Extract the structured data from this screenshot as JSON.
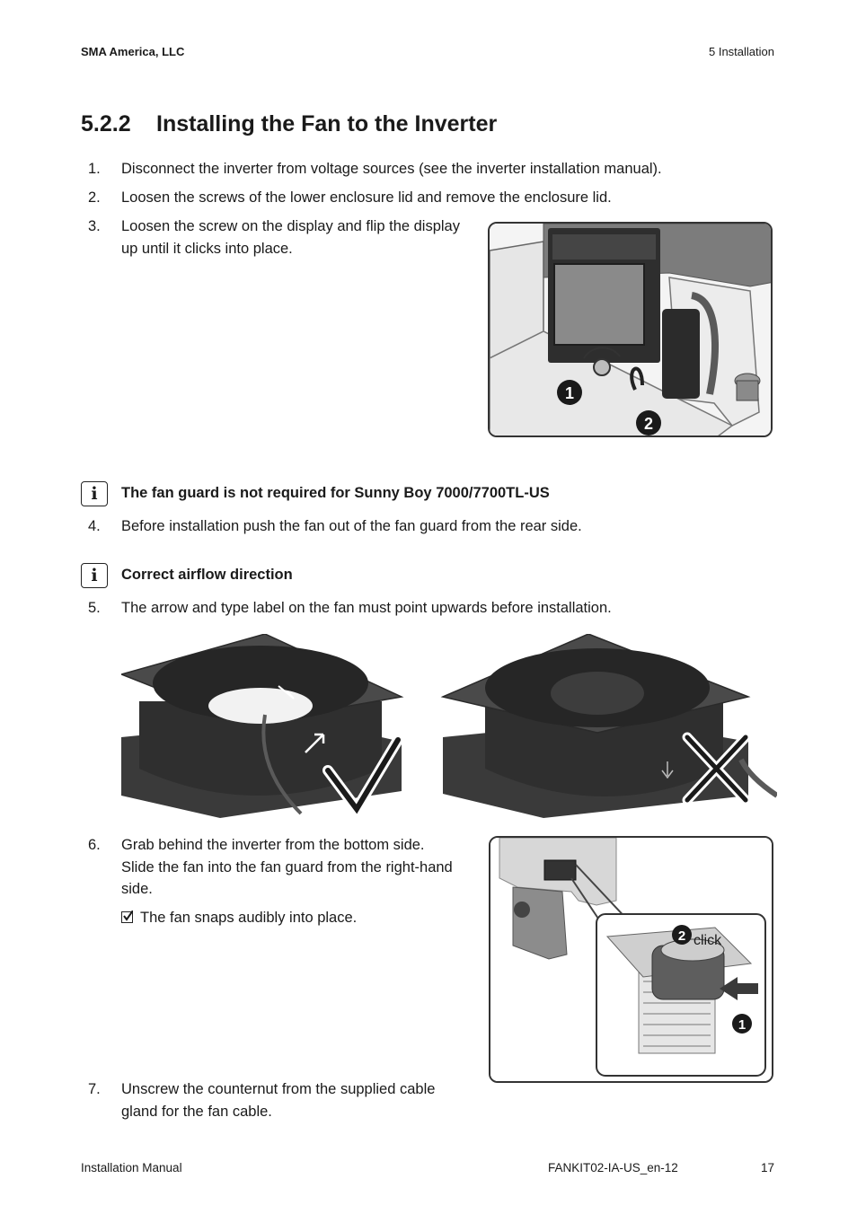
{
  "header": {
    "company": "SMA America, LLC",
    "chapter": "5  Installation"
  },
  "section": {
    "number": "5.2.2",
    "title": "Installing the Fan to the Inverter"
  },
  "steps": [
    {
      "n": "1.",
      "lines": [
        "Disconnect the inverter from voltage sources (see the inverter installation manual)."
      ]
    },
    {
      "n": "2.",
      "lines": [
        "Loosen the screws of the lower enclosure lid and remove the enclosure lid."
      ]
    },
    {
      "n": "3.",
      "lines": [
        "Loosen the screw on the display and flip the display",
        "up until it clicks into place."
      ]
    },
    {
      "n": "4.",
      "lines": [
        "Before installation push the fan out of the fan guard from the rear side."
      ]
    },
    {
      "n": "5.",
      "lines": [
        "The arrow and type label on the fan must point upwards before installation."
      ]
    },
    {
      "n": "6.",
      "lines": [
        "Grab behind the inverter from the bottom side.",
        "Slide the fan into the fan guard from the right-hand",
        "side."
      ]
    },
    {
      "n": "7.",
      "lines": [
        "Unscrew the counternut from the supplied cable",
        "gland for the fan cable."
      ]
    }
  ],
  "notes": [
    {
      "icon": "info-icon",
      "text": "The fan guard is not required for Sunny Boy 7000/7700TL-US"
    },
    {
      "icon": "info-icon",
      "text": "Correct airflow direction"
    }
  ],
  "result": {
    "icon": "checkbox-checked-icon",
    "text": "The fan snaps audibly into place."
  },
  "figures": {
    "display_callouts": [
      "1",
      "2"
    ],
    "fan_guard_callouts": [
      "2",
      "1"
    ],
    "fan_guard_click": "click"
  },
  "footer": {
    "manual": "Installation Manual",
    "doc_id": "FANKIT02-IA-US_en-12",
    "page": "17"
  },
  "colors": {
    "text": "#1a1a1a",
    "fan_body": "#3a3a3a",
    "fan_top": "#4a4a4a",
    "figure_bg": "#f4f4f4"
  }
}
